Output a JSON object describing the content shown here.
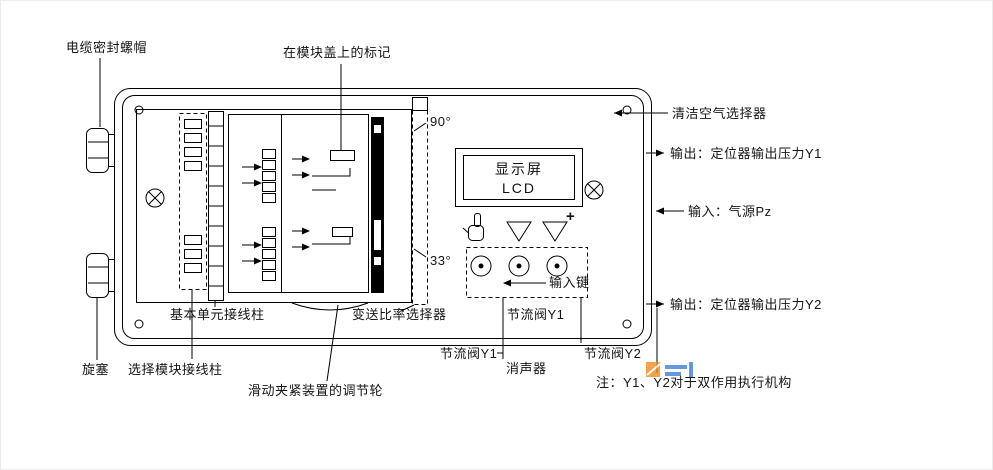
{
  "labels": {
    "cable_gland": "电缆密封螺帽",
    "module_cover_mark": "在模块盖上的标记",
    "angle_90": "90°",
    "angle_33": "33°",
    "clean_air_selector": "清洁空气选择器",
    "output_y1": "输出：定位器输出压力Y1",
    "input_pz": "输入：气源Pz",
    "output_y2": "输出：定位器输出压力Y2",
    "lcd_line1": "显示屏",
    "lcd_line2": "LCD",
    "input_keys": "输入键",
    "plus_key": "+",
    "basic_unit_terminals": "基本单元接线柱",
    "ratio_selector": "变送比率选择器",
    "throttle_y1_top": "节流阀Y1",
    "throttle_y1_left": "节流阀Y1",
    "throttle_y2": "节流阀Y2",
    "muffler": "消声器",
    "note": "注：Y1、Y2对于双作用执行机构",
    "plug": "旋塞",
    "module_terminals": "选择模块接线柱",
    "clamp_wheel": "滑动夹紧装置的调节轮"
  },
  "icons": {
    "hand_button": "hand-manual-mode",
    "down_button": "triangle-down-outline",
    "plus_button": "triangle-down-outline-with-plus",
    "corner_screws": "cross-slot-screw-circle",
    "adjusters": "circle-with-center-dot",
    "cable_glands": "capsule-cable-gland"
  },
  "colors": {
    "line": "#000000",
    "background": "#ffffff",
    "bar_fill": "#000000",
    "watermark_orange": "#f08c1e",
    "watermark_blue": "#3f7fd6"
  }
}
